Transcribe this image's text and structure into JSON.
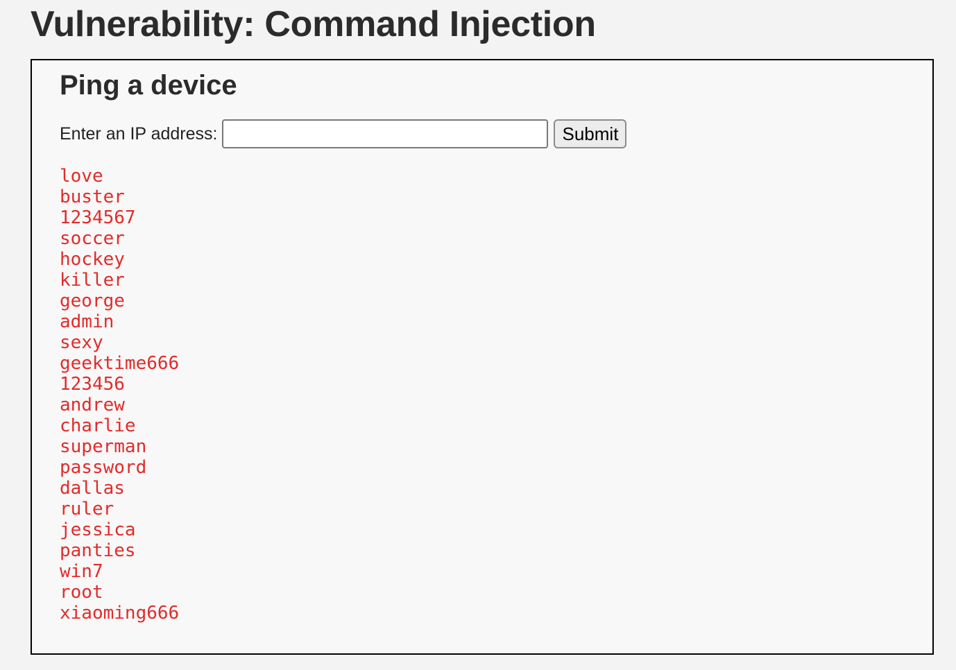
{
  "page": {
    "title": "Vulnerability: Command Injection"
  },
  "section": {
    "title": "Ping a device"
  },
  "form": {
    "label": "Enter an IP address:",
    "ip_input": {
      "value": "",
      "placeholder": ""
    },
    "submit_label": "Submit"
  },
  "output": {
    "lines": [
      "love",
      "buster",
      "1234567",
      "soccer",
      "hockey",
      "killer",
      "george",
      "admin",
      "sexy",
      "geektime666",
      "123456",
      "andrew",
      "charlie",
      "superman",
      "password",
      "dallas",
      "ruler",
      "jessica",
      "panties",
      "win7",
      "root",
      "xiaoming666"
    ]
  },
  "colors": {
    "page_background": "#f3f3f3",
    "panel_background": "#f7f8f7",
    "panel_border": "#000000",
    "output_text": "#e22b2b",
    "heading_text": "#2b2b2b"
  }
}
